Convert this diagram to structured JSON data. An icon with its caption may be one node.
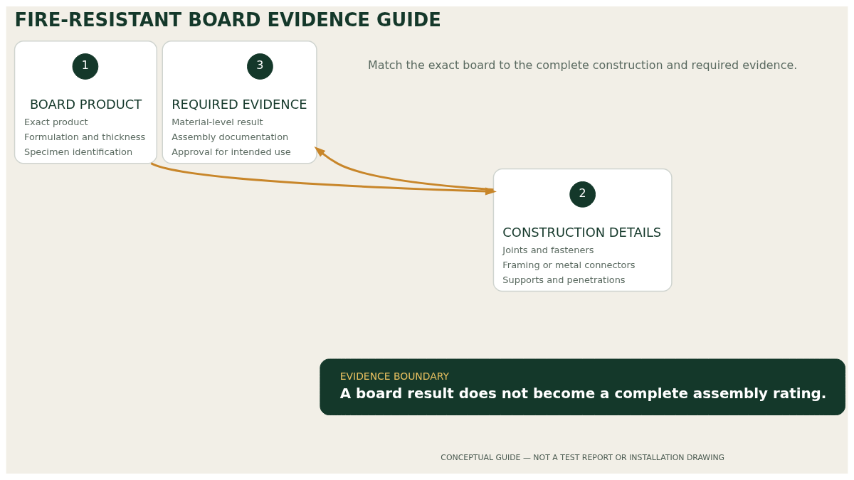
{
  "diagram": {
    "title": "FIRE-RESISTANT BOARD EVIDENCE GUIDE",
    "nodes": [
      {
        "text": [
          "BOARD PRODUCT",
          "Exact product",
          "Formulation and thickness",
          "Specimen identification"
        ]
      },
      {
        "text": [
          "1"
        ],
        "in": 0
      },
      {
        "text": [
          "CONSTRUCTION DETAILS",
          "Joints and fasteners",
          "Framing or metal connectors",
          "Supports and penetrations"
        ]
      },
      {
        "text": [
          "2"
        ],
        "in": 2
      },
      {
        "text": [
          "REQUIRED EVIDENCE",
          "Material-level result",
          "Assembly documentation",
          "Approval for intended use"
        ]
      },
      {
        "text": [
          "3"
        ],
        "in": 4
      },
      {
        "text": [
          "EVIDENCE BOUNDARY",
          "A board result does not become a complete assembly rating."
        ]
      }
    ],
    "edges": [
      {
        "from": 0,
        "to": 2,
        "arrow": "to"
      },
      {
        "from": 2,
        "to": 4,
        "arrow": "to"
      }
    ],
    "labels": [
      "Match the exact board to the complete construction and required evidence.",
      "CONCEPTUAL GUIDE — NOT A TEST REPORT OR INSTALLATION DRAWING"
    ]
  }
}
